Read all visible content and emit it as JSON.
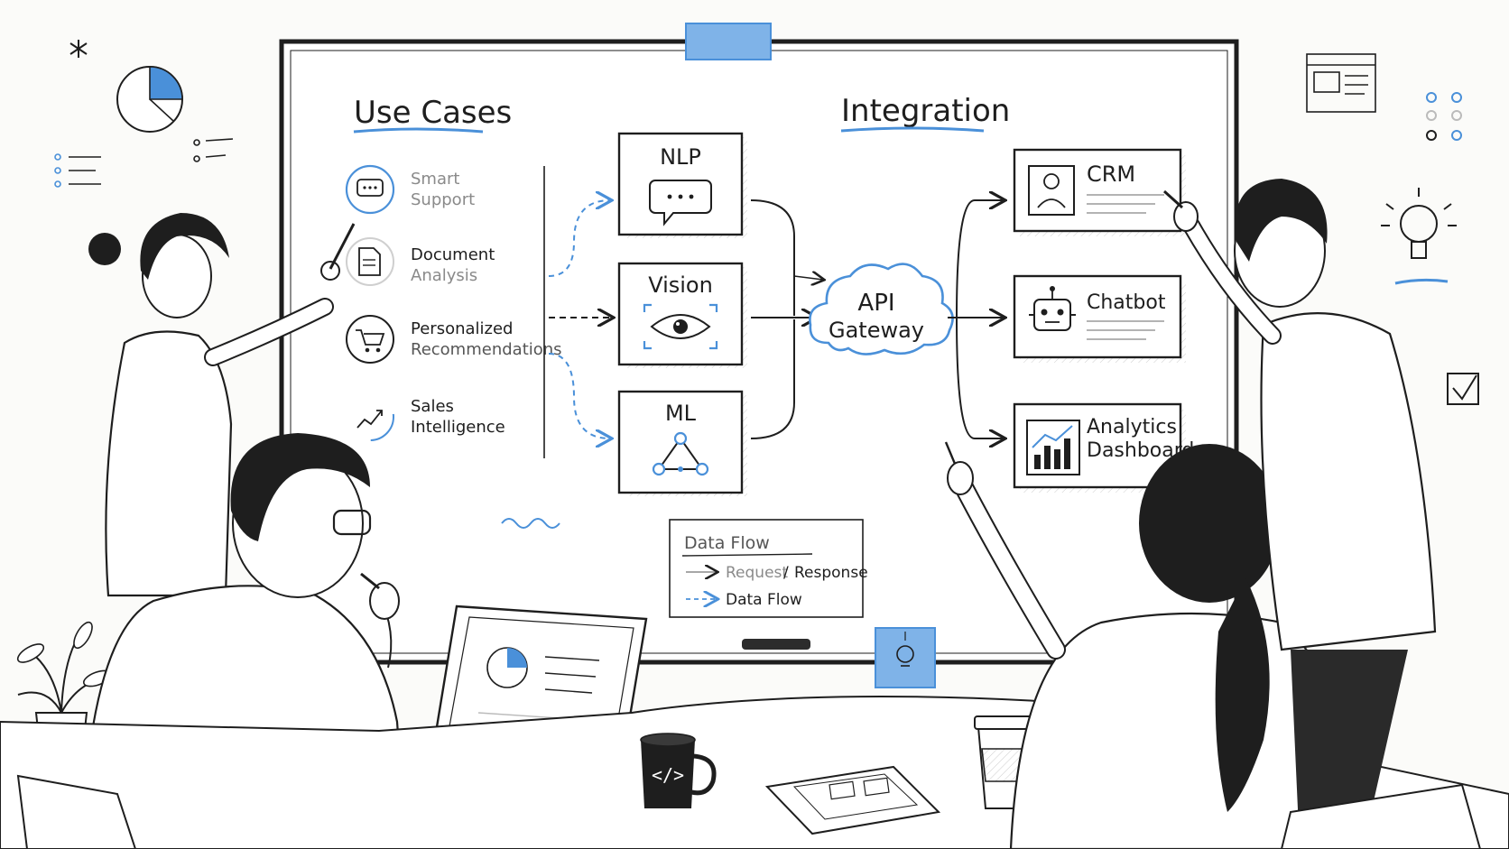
{
  "whiteboard": {
    "left_heading": "Use Cases",
    "right_heading": "Integration",
    "use_cases": [
      {
        "line1": "Smart",
        "line2": "Support",
        "icon": "chat-bubble-icon",
        "muted": true
      },
      {
        "line1": "Document",
        "line2": "Analysis",
        "icon": "document-icon",
        "muted": false
      },
      {
        "line1": "Personalized",
        "line2": "Recommendations",
        "icon": "shopping-cart-icon",
        "muted": false
      },
      {
        "line1": "Sales",
        "line2": "Intelligence",
        "icon": "trend-chart-icon",
        "muted": false
      }
    ],
    "ai_services": [
      {
        "label": "NLP",
        "icon": "chat-bubble-icon"
      },
      {
        "label": "Vision",
        "icon": "eye-icon"
      },
      {
        "label": "ML",
        "icon": "network-icon"
      }
    ],
    "gateway": {
      "line1": "API",
      "line2": "Gateway"
    },
    "outputs": [
      {
        "line1": "CRM",
        "line2": "",
        "icon": "user-card-icon"
      },
      {
        "line1": "Chatbot",
        "line2": "",
        "icon": "robot-icon"
      },
      {
        "line1": "Analytics",
        "line2": "Dashboard",
        "icon": "bar-chart-icon"
      }
    ],
    "legend": {
      "title": "Data Flow",
      "request": "Request",
      "separator": "/",
      "response": "Response",
      "dataflow": "Data Flow"
    }
  },
  "colors": {
    "ink": "#1e1e1e",
    "accent_blue": "#4a90d9",
    "light_blue": "#7fb3e8",
    "board": "#ffffff",
    "paper": "#fbfbf9",
    "muted": "#8a8a8a"
  }
}
